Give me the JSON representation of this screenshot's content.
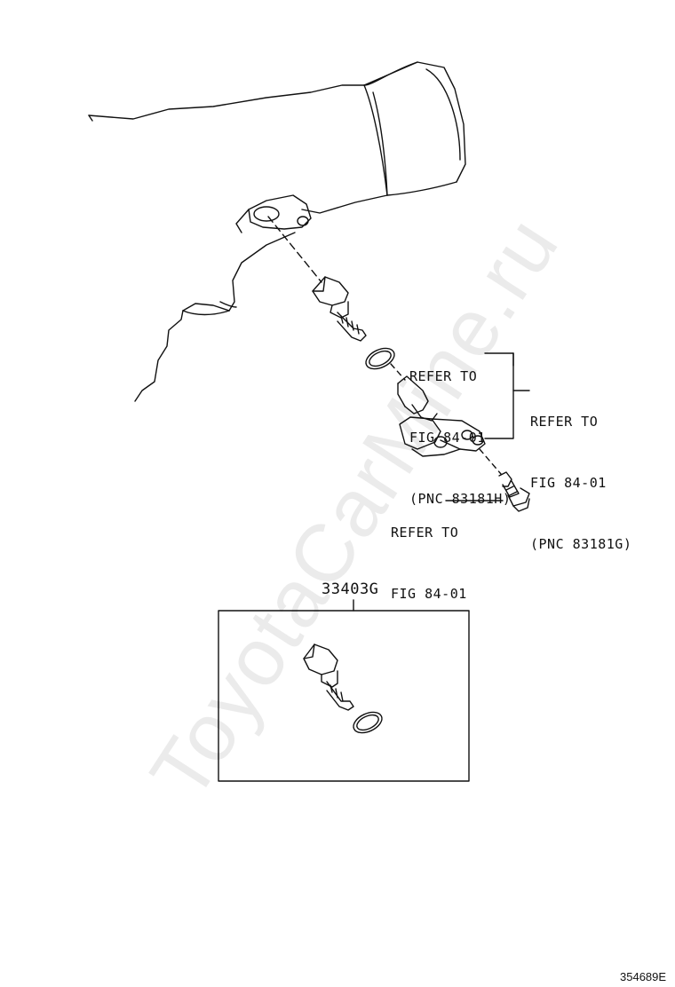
{
  "diagram": {
    "callouts": [
      {
        "lines": [
          "REFER TO",
          "FIG 84-01",
          "(PNC 83181H)"
        ]
      },
      {
        "lines": [
          "REFER TO",
          "FIG 84-01",
          "(PNC 83181G)"
        ]
      },
      {
        "lines": [
          "REFER TO",
          "FIG 84-01"
        ]
      }
    ],
    "part_number": "33403G",
    "drawing_number": "354689E",
    "watermark": "ToyotaCarMine.ru",
    "line_color": "#111111"
  }
}
